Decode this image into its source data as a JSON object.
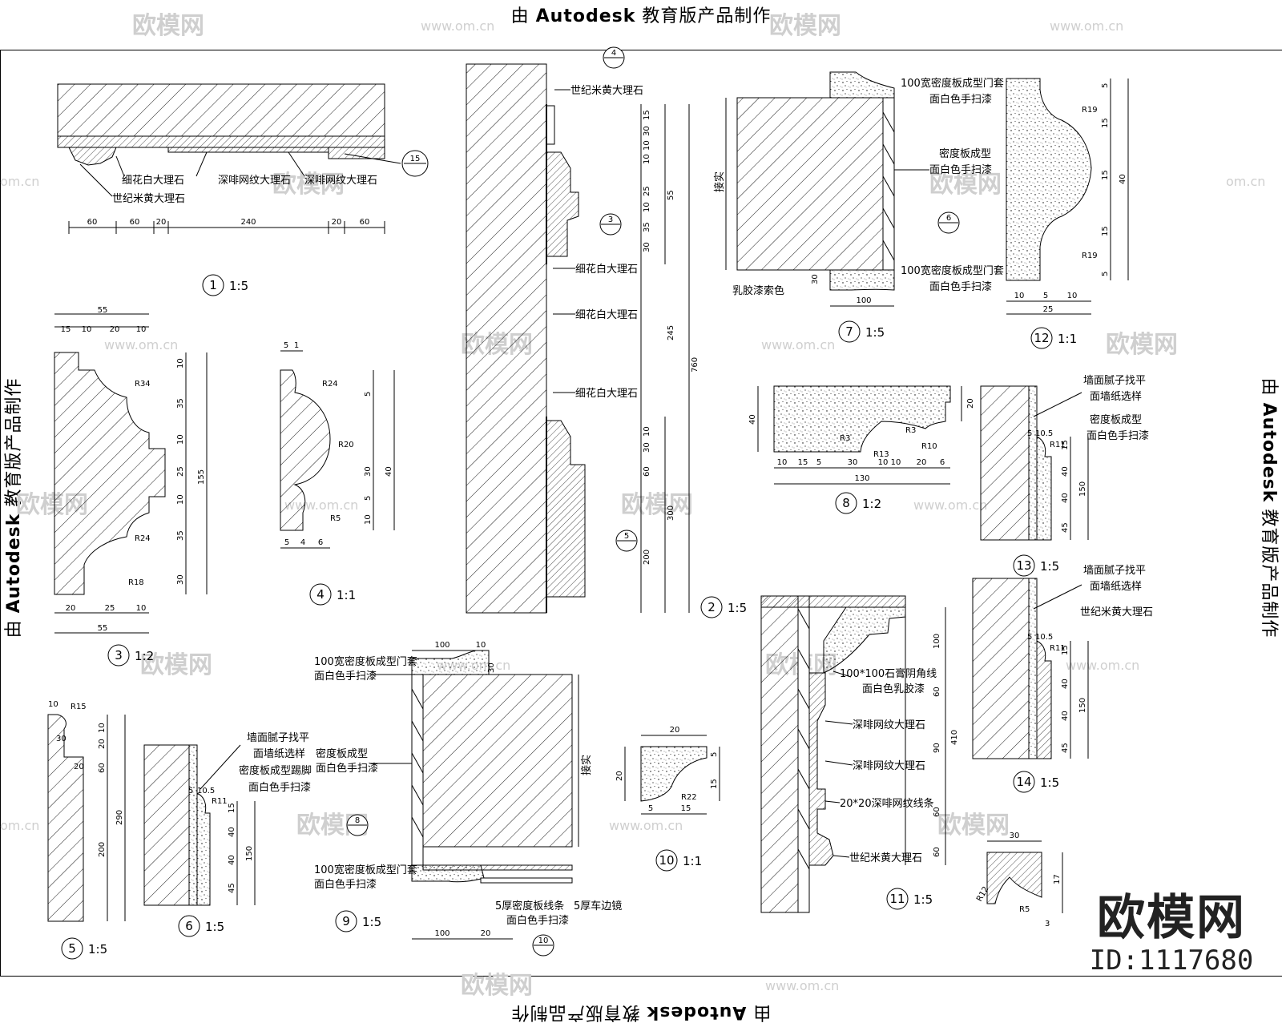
{
  "stamp": {
    "prefix": "由",
    "brand": "Autodesk",
    "suffix": "教育版产品制作"
  },
  "watermark": {
    "brand": "欧模网",
    "url": "www.om.cn",
    "url_short": "om.cn"
  },
  "corner_brand": {
    "name": "欧模网",
    "id": "ID:1117680"
  },
  "details": [
    {
      "no": "1",
      "scale": "1:5"
    },
    {
      "no": "2",
      "scale": "1:5"
    },
    {
      "no": "3",
      "scale": "1:2"
    },
    {
      "no": "4",
      "scale": "1:1"
    },
    {
      "no": "5",
      "scale": "1:5"
    },
    {
      "no": "6",
      "scale": "1:5"
    },
    {
      "no": "7",
      "scale": "1:5"
    },
    {
      "no": "8",
      "scale": "1:2"
    },
    {
      "no": "9",
      "scale": "1:5"
    },
    {
      "no": "10",
      "scale": "1:1"
    },
    {
      "no": "11",
      "scale": "1:5"
    },
    {
      "no": "12",
      "scale": "1:1"
    },
    {
      "no": "13",
      "scale": "1:5"
    },
    {
      "no": "14",
      "scale": "1:5"
    }
  ],
  "callouts": {
    "c15": "15",
    "c4": "4",
    "c3": "3",
    "c5": "5",
    "c6": "6",
    "c8": "8",
    "c10": "10"
  },
  "labels": {
    "d1_a": "细花白大理石",
    "d1_b": "深啡网纹大理石",
    "d1_c": "深啡网纹大理石",
    "d1_d": "世纪米黄大理石",
    "d2_a": "世纪米黄大理石",
    "d2_b": "细花白大理石",
    "d2_c": "细花白大理石",
    "d2_d": "细花白大理石",
    "d7_a1": "100宽密度板成型门套",
    "d7_a2": "面白色手扫漆",
    "d7_b1": "密度板成型",
    "d7_b2": "面白色手扫漆",
    "d7_c1": "100宽密度板成型门套",
    "d7_c2": "面白色手扫漆",
    "d7_d": "乳胶漆索色",
    "d7_e": "接实",
    "d6_a": "墙面腻子找平",
    "d6_b": "面墙纸选样",
    "d6_c": "密度板成型踢脚",
    "d6_d": "面白色手扫漆",
    "d9_a1": "100宽密度板成型门套",
    "d9_a2": "面白色手扫漆",
    "d9_b1": "密度板成型",
    "d9_b2": "面白色手扫漆",
    "d9_c1": "100宽密度板成型门套",
    "d9_c2": "面白色手扫漆",
    "d9_d1": "5厚密度板线条",
    "d9_d2": "面白色手扫漆",
    "d9_e": "5厚车边镜",
    "d9_f": "接实",
    "d11_a1": "100*100石膏阴角线",
    "d11_a2": "面白色乳胶漆",
    "d11_b": "深啡网纹大理石",
    "d11_c": "深啡网纹大理石",
    "d11_d": "20*20深啡网纹线条",
    "d11_e": "世纪米黄大理石",
    "d13_a": "墙面腻子找平",
    "d13_b": "面墙纸选样",
    "d13_c": "密度板成型",
    "d13_d": "面白色手扫漆",
    "d14_a": "墙面腻子找平",
    "d14_b": "面墙纸选样",
    "d14_c": "世纪米黄大理石"
  },
  "dims": {
    "d1": [
      "60",
      "60",
      "20",
      "240",
      "20",
      "60"
    ],
    "d3_top": [
      "55",
      "15",
      "10",
      "20",
      "10"
    ],
    "d3_bot": [
      "20",
      "25",
      "10",
      "55"
    ],
    "d3_right": [
      "10",
      "35",
      "10",
      "25",
      "10",
      "35",
      "30",
      "155"
    ],
    "d3_r": [
      "R34",
      "R24",
      "R18"
    ],
    "d4_top": [
      "5",
      "1"
    ],
    "d4_bot": [
      "5",
      "4",
      "6"
    ],
    "d4_right": [
      "5",
      "30",
      "5",
      "10",
      "40"
    ],
    "d4_r": [
      "R24",
      "R20",
      "R5"
    ],
    "d5": [
      "10",
      "R15",
      "30",
      "20",
      "10",
      "20",
      "60",
      "200",
      "290"
    ],
    "d6": [
      "5",
      "10.5",
      "R11",
      "15",
      "40",
      "40",
      "45",
      "150"
    ],
    "d7": [
      "100",
      "30"
    ],
    "d8": [
      "40",
      "20",
      "R3",
      "R3",
      "R13",
      "R10",
      "10",
      "15",
      "5",
      "30",
      "10",
      "10",
      "20",
      "6",
      "130"
    ],
    "d9": [
      "100",
      "10",
      "30",
      "100",
      "20"
    ],
    "d10": [
      "20",
      "5",
      "15",
      "20",
      "5",
      "15",
      "R22"
    ],
    "d11": [
      "100",
      "60",
      "90",
      "60",
      "60",
      "410"
    ],
    "d12": [
      "5",
      "15",
      "15",
      "15",
      "5",
      "40",
      "10",
      "5",
      "10",
      "25",
      "R19",
      "R19"
    ],
    "d13": [
      "5",
      "10.5",
      "R11",
      "15",
      "40",
      "40",
      "45",
      "150"
    ],
    "d14": [
      "5",
      "10.5",
      "R11",
      "15",
      "40",
      "40",
      "45",
      "150"
    ],
    "d15": [
      "30",
      "R12",
      "R5",
      "3",
      "17"
    ],
    "d2_right": [
      "15",
      "30",
      "10",
      "10",
      "25",
      "10",
      "35",
      "30",
      "10",
      "30",
      "60",
      "200",
      "55",
      "245",
      "300",
      "760"
    ]
  }
}
